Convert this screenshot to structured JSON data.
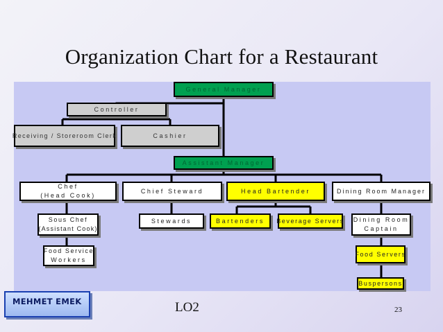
{
  "slide": {
    "title": "Organization Chart for a Restaurant",
    "author_badge": "MEHMET EMEK",
    "footer_label": "LO2",
    "page_number": "23"
  },
  "colors": {
    "panel": "#c7c9f3",
    "manager_box": "#00a050",
    "admin_box": "#cfcfcf",
    "kitchen_box": "#ffffff",
    "bar_box": "#ffff00",
    "dining_box": "#ffffff"
  },
  "org": {
    "general_manager": "General Manager",
    "controller": "Controller",
    "receiving_clerk": "Receiving / Storeroom Clerk",
    "cashier": "Cashier",
    "assistant_manager": "Assistant Manager",
    "chef": [
      "Chef",
      "(Head Cook)"
    ],
    "chief_steward": "Chief Steward",
    "head_bartender": "Head Bartender",
    "dining_room_manager": "Dining Room Manager",
    "sous_chef": [
      "Sous Chef",
      "(Assistant Cook)"
    ],
    "stewards": "Stewards",
    "bartenders": "Bartenders",
    "beverage_servers": "Beverage Servers",
    "dining_room_captain": [
      "Dining Room",
      "Captain"
    ],
    "food_service_workers": [
      "Food Service",
      "Workers"
    ],
    "food_servers": "Food Servers",
    "buspersons": "Buspersons"
  }
}
